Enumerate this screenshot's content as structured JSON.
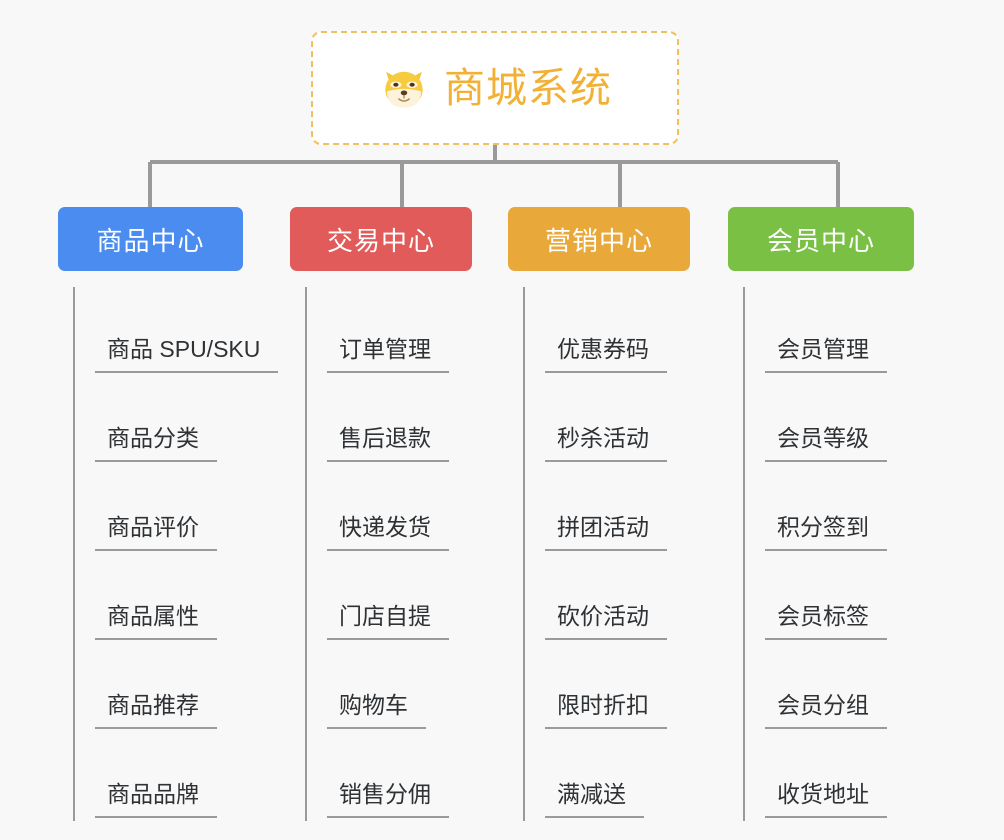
{
  "page": {
    "background_color": "#f8f8f8",
    "title": "商城系统",
    "root_icon": "shiba-dog-icon",
    "root_text_color": "#f2b035",
    "root_border_color": "#f0c060",
    "connector_color": "#9a9a9a",
    "leaf_text_color": "#2f3235"
  },
  "root": {
    "label": "商城系统",
    "icon": "shiba-dog-icon"
  },
  "categories": [
    {
      "label": "商品中心",
      "color": "#4a8cf0",
      "items": [
        "商品 SPU/SKU",
        "商品分类",
        "商品评价",
        "商品属性",
        "商品推荐",
        "商品品牌"
      ]
    },
    {
      "label": "交易中心",
      "color": "#e25b5b",
      "items": [
        "订单管理",
        "售后退款",
        "快递发货",
        "门店自提",
        "购物车",
        "销售分佣"
      ]
    },
    {
      "label": "营销中心",
      "color": "#e9a93a",
      "items": [
        "优惠券码",
        "秒杀活动",
        "拼团活动",
        "砍价活动",
        "限时折扣",
        "满减送"
      ]
    },
    {
      "label": "会员中心",
      "color": "#79c044",
      "items": [
        "会员管理",
        "会员等级",
        "积分签到",
        "会员标签",
        "会员分组",
        "收货地址"
      ]
    }
  ]
}
